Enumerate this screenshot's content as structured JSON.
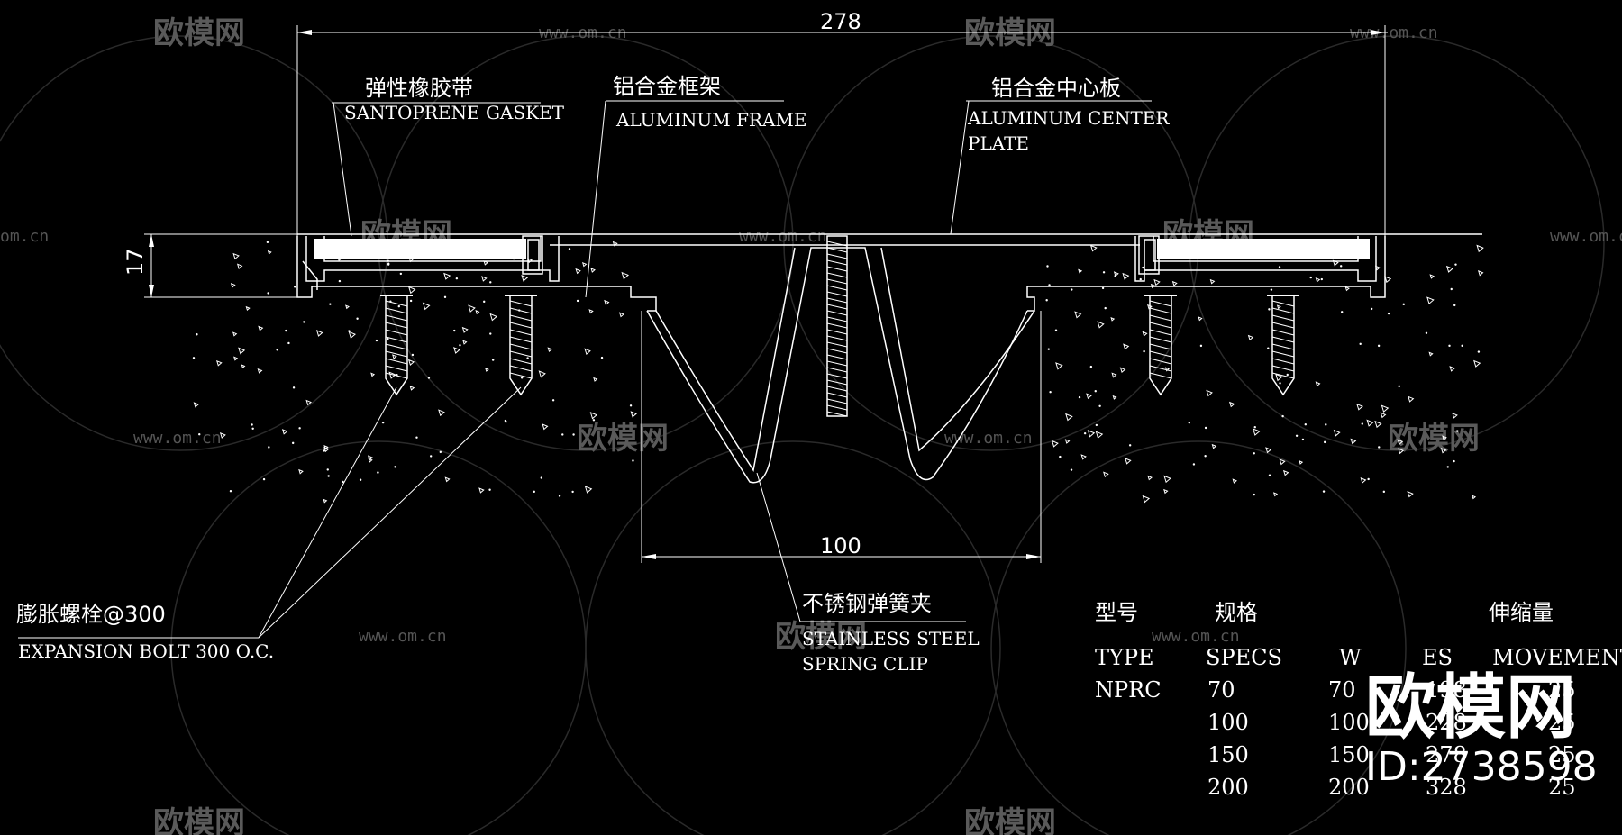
{
  "dimensions": {
    "total_width": "278",
    "height": "17",
    "gap": "100"
  },
  "labels": {
    "gasket": {
      "cn": "弹性橡胶带",
      "en": "SANTOPRENE GASKET"
    },
    "frame": {
      "cn": "铝合金框架",
      "en": "ALUMINUM FRAME"
    },
    "center_plate": {
      "cn": "铝合金中心板",
      "en1": "ALUMINUM CENTER",
      "en2": "PLATE"
    },
    "bolt": {
      "cn": "膨胀螺栓@300",
      "en": "EXPANSION BOLT 300 O.C."
    },
    "spring": {
      "cn": "不锈钢弹簧夹",
      "en1": "STAINLESS STEEL",
      "en2": "SPRING CLIP"
    }
  },
  "table": {
    "cn_headers": {
      "type": "型号",
      "specs": "规格",
      "movement": "伸缩量"
    },
    "headers": [
      "TYPE",
      "SPECS",
      "W",
      "ES",
      "MOVEMENT"
    ],
    "rows": [
      [
        "NPRC",
        "70",
        "70",
        "198",
        "25"
      ],
      [
        "",
        "100",
        "100",
        "228",
        "25"
      ],
      [
        "",
        "150",
        "150",
        "278",
        "25"
      ],
      [
        "",
        "200",
        "200",
        "328",
        "25"
      ]
    ]
  },
  "watermark": {
    "brand": "欧模网",
    "url": "www.om.cn",
    "url_short": "om.cn",
    "id": "ID:2738598"
  }
}
